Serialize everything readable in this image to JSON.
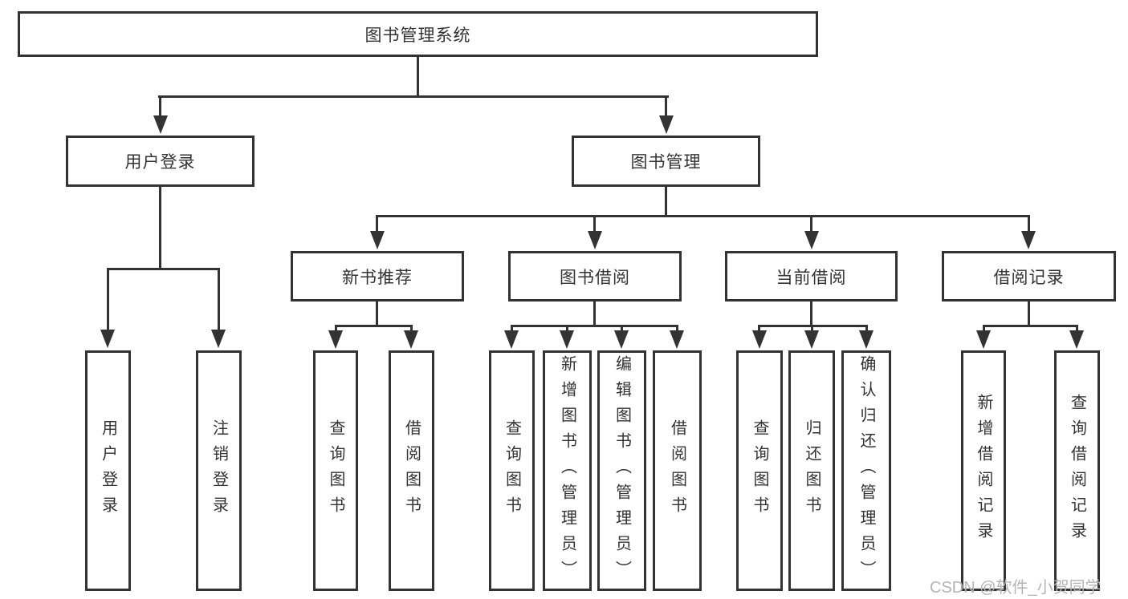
{
  "diagram": {
    "title_node": {
      "label": "图书管理系统"
    },
    "branches": [
      {
        "label": "用户登录"
      },
      {
        "label": "图书管理"
      }
    ],
    "modules": [
      {
        "label": "新书推荐",
        "parent": "图书管理"
      },
      {
        "label": "图书借阅",
        "parent": "图书管理"
      },
      {
        "label": "当前借阅",
        "parent": "图书管理"
      },
      {
        "label": "借阅记录",
        "parent": "图书管理"
      }
    ],
    "leaves": [
      {
        "label": "用户登录",
        "parent": "用户登录"
      },
      {
        "label": "注销登录",
        "parent": "用户登录"
      },
      {
        "label": "查询图书",
        "parent": "新书推荐"
      },
      {
        "label": "借阅图书",
        "parent": "新书推荐"
      },
      {
        "label": "查询图书",
        "parent": "图书借阅"
      },
      {
        "label": "新增图书（管理员）",
        "parent": "图书借阅"
      },
      {
        "label": "编辑图书（管理员）",
        "parent": "图书借阅"
      },
      {
        "label": "借阅图书",
        "parent": "图书借阅"
      },
      {
        "label": "查询图书",
        "parent": "当前借阅"
      },
      {
        "label": "归还图书",
        "parent": "当前借阅"
      },
      {
        "label": "确认归还（管理员）",
        "parent": "当前借阅"
      },
      {
        "label": "新增借阅记录",
        "parent": "借阅记录"
      },
      {
        "label": "查询借阅记录",
        "parent": "借阅记录"
      }
    ]
  },
  "watermark": {
    "text": "CSDN @软件_小贺同学"
  },
  "colors": {
    "line": "#333333",
    "text": "#333333",
    "background": "#ffffff",
    "watermark": "#b5b5b5"
  }
}
